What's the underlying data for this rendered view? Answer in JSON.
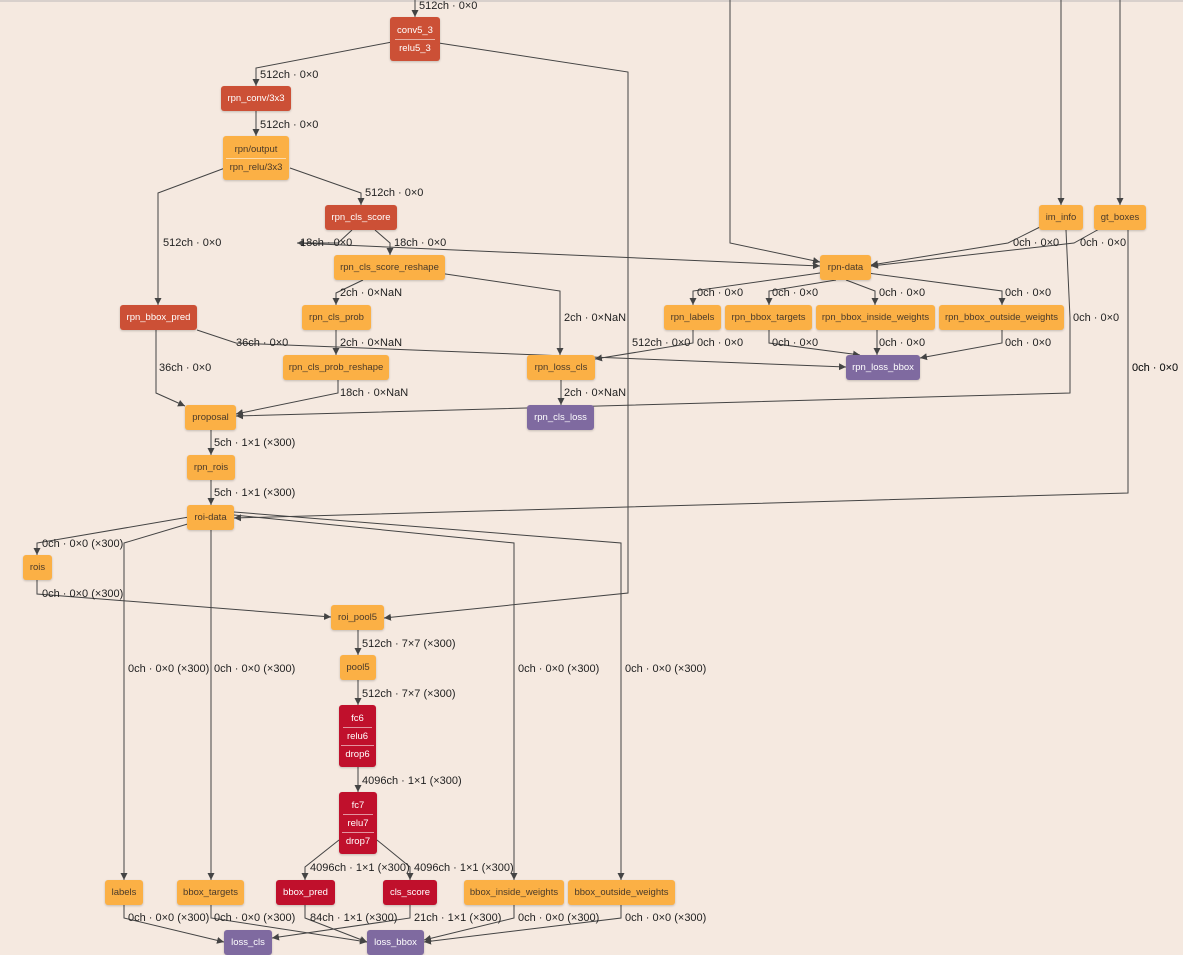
{
  "nodes": [
    {
      "id": "conv5",
      "lines": [
        "conv5_3",
        "relu5_3"
      ],
      "color": "red"
    },
    {
      "id": "rpnconv",
      "lines": [
        "rpn_conv/3x3"
      ],
      "color": "red"
    },
    {
      "id": "rpnout",
      "lines": [
        "rpn/output",
        "rpn_relu/3x3"
      ],
      "color": "orange"
    },
    {
      "id": "rpnclsscore",
      "lines": [
        "rpn_cls_score"
      ],
      "color": "red"
    },
    {
      "id": "clsreshape",
      "lines": [
        "rpn_cls_score_reshape"
      ],
      "color": "orange"
    },
    {
      "id": "rpnbboxpred",
      "lines": [
        "rpn_bbox_pred"
      ],
      "color": "red"
    },
    {
      "id": "rpnclsprob",
      "lines": [
        "rpn_cls_prob"
      ],
      "color": "orange"
    },
    {
      "id": "probreshape",
      "lines": [
        "rpn_cls_prob_reshape"
      ],
      "color": "orange"
    },
    {
      "id": "rpnlosscls",
      "lines": [
        "rpn_loss_cls"
      ],
      "color": "orange"
    },
    {
      "id": "rpnclsloss",
      "lines": [
        "rpn_cls_loss"
      ],
      "color": "purple"
    },
    {
      "id": "iminfo",
      "lines": [
        "im_info"
      ],
      "color": "orange"
    },
    {
      "id": "gtboxes",
      "lines": [
        "gt_boxes"
      ],
      "color": "orange"
    },
    {
      "id": "rpndata",
      "lines": [
        "rpn-data"
      ],
      "color": "orange"
    },
    {
      "id": "rpnlabels",
      "lines": [
        "rpn_labels"
      ],
      "color": "orange"
    },
    {
      "id": "rpnbboxtargets",
      "lines": [
        "rpn_bbox_targets"
      ],
      "color": "orange"
    },
    {
      "id": "rpnbboxin",
      "lines": [
        "rpn_bbox_inside_weights"
      ],
      "color": "orange"
    },
    {
      "id": "rpnbboxout",
      "lines": [
        "rpn_bbox_outside_weights"
      ],
      "color": "orange"
    },
    {
      "id": "rpnlossbbox",
      "lines": [
        "rpn_loss_bbox"
      ],
      "color": "purple"
    },
    {
      "id": "proposal",
      "lines": [
        "proposal"
      ],
      "color": "orange"
    },
    {
      "id": "rpnrois",
      "lines": [
        "rpn_rois"
      ],
      "color": "orange"
    },
    {
      "id": "roidata",
      "lines": [
        "roi-data"
      ],
      "color": "orange"
    },
    {
      "id": "rois",
      "lines": [
        "rois"
      ],
      "color": "orange"
    },
    {
      "id": "roipool5",
      "lines": [
        "roi_pool5"
      ],
      "color": "orange"
    },
    {
      "id": "pool5",
      "lines": [
        "pool5"
      ],
      "color": "orange"
    },
    {
      "id": "fc6",
      "lines": [
        "fc6",
        "relu6",
        "drop6"
      ],
      "color": "crimson"
    },
    {
      "id": "fc7",
      "lines": [
        "fc7",
        "relu7",
        "drop7"
      ],
      "color": "crimson"
    },
    {
      "id": "labels",
      "lines": [
        "labels"
      ],
      "color": "orange"
    },
    {
      "id": "bboxtargets",
      "lines": [
        "bbox_targets"
      ],
      "color": "orange"
    },
    {
      "id": "bboxpred",
      "lines": [
        "bbox_pred"
      ],
      "color": "crimson"
    },
    {
      "id": "clsscore",
      "lines": [
        "cls_score"
      ],
      "color": "crimson"
    },
    {
      "id": "bboxin",
      "lines": [
        "bbox_inside_weights"
      ],
      "color": "orange"
    },
    {
      "id": "bboxout",
      "lines": [
        "bbox_outside_weights"
      ],
      "color": "orange"
    },
    {
      "id": "losscls",
      "lines": [
        "loss_cls"
      ],
      "color": "purple"
    },
    {
      "id": "lossbbox",
      "lines": [
        "loss_bbox"
      ],
      "color": "purple"
    }
  ],
  "edge_labels": [
    {
      "id": "e1",
      "text": "512ch · 0×0"
    },
    {
      "id": "e2",
      "text": "512ch · 0×0"
    },
    {
      "id": "e3",
      "text": "512ch · 0×0"
    },
    {
      "id": "e4",
      "text": "512ch · 0×0"
    },
    {
      "id": "e5",
      "text": "512ch · 0×0"
    },
    {
      "id": "e6",
      "text": "18ch · 0×0"
    },
    {
      "id": "e7",
      "text": "18ch · 0×0"
    },
    {
      "id": "e8",
      "text": "2ch · 0×NaN"
    },
    {
      "id": "e9",
      "text": "2ch · 0×NaN"
    },
    {
      "id": "e10",
      "text": "36ch · 0×0"
    },
    {
      "id": "e11",
      "text": "2ch · 0×NaN"
    },
    {
      "id": "e12",
      "text": "36ch · 0×0"
    },
    {
      "id": "e13",
      "text": "18ch · 0×NaN"
    },
    {
      "id": "e14",
      "text": "2ch · 0×NaN"
    },
    {
      "id": "e15",
      "text": "0ch · 0×0"
    },
    {
      "id": "e16",
      "text": "0ch · 0×0"
    },
    {
      "id": "e17",
      "text": "0ch · 0×0"
    },
    {
      "id": "e18",
      "text": "0ch · 0×0"
    },
    {
      "id": "e19",
      "text": "0ch · 0×0"
    },
    {
      "id": "e20",
      "text": "0ch · 0×0"
    },
    {
      "id": "e21",
      "text": "0ch · 0×0"
    },
    {
      "id": "e22",
      "text": "512ch · 0×0"
    },
    {
      "id": "e23",
      "text": "0ch · 0×0"
    },
    {
      "id": "e24",
      "text": "0ch · 0×0"
    },
    {
      "id": "e25",
      "text": "0ch · 0×0"
    },
    {
      "id": "e26",
      "text": "0ch · 0×0"
    },
    {
      "id": "e27",
      "text": "0ch · 0×0"
    },
    {
      "id": "e28",
      "text": "0ch · 0×0"
    },
    {
      "id": "e29",
      "text": "5ch · 1×1 (×300)"
    },
    {
      "id": "e30",
      "text": "5ch · 1×1 (×300)"
    },
    {
      "id": "e31",
      "text": "0ch · 0×0 (×300)"
    },
    {
      "id": "e32",
      "text": "0ch · 0×0 (×300)"
    },
    {
      "id": "e33",
      "text": "512ch · 7×7 (×300)"
    },
    {
      "id": "e34",
      "text": "0ch · 0×0 (×300)"
    },
    {
      "id": "e35",
      "text": "0ch · 0×0 (×300)"
    },
    {
      "id": "e36",
      "text": "0ch · 0×0 (×300)"
    },
    {
      "id": "e37",
      "text": "0ch · 0×0 (×300)"
    },
    {
      "id": "e38",
      "text": "512ch · 7×7 (×300)"
    },
    {
      "id": "e39",
      "text": "4096ch · 1×1 (×300)"
    },
    {
      "id": "e40",
      "text": "4096ch · 1×1 (×300)"
    },
    {
      "id": "e41",
      "text": "4096ch · 1×1 (×300)"
    },
    {
      "id": "e42",
      "text": "0ch · 0×0 (×300)"
    },
    {
      "id": "e43",
      "text": "0ch · 0×0 (×300)"
    },
    {
      "id": "e44",
      "text": "84ch · 1×1 (×300)"
    },
    {
      "id": "e45",
      "text": "21ch · 1×1 (×300)"
    },
    {
      "id": "e46",
      "text": "0ch · 0×0 (×300)"
    },
    {
      "id": "e47",
      "text": "0ch · 0×0 (×300)"
    }
  ]
}
